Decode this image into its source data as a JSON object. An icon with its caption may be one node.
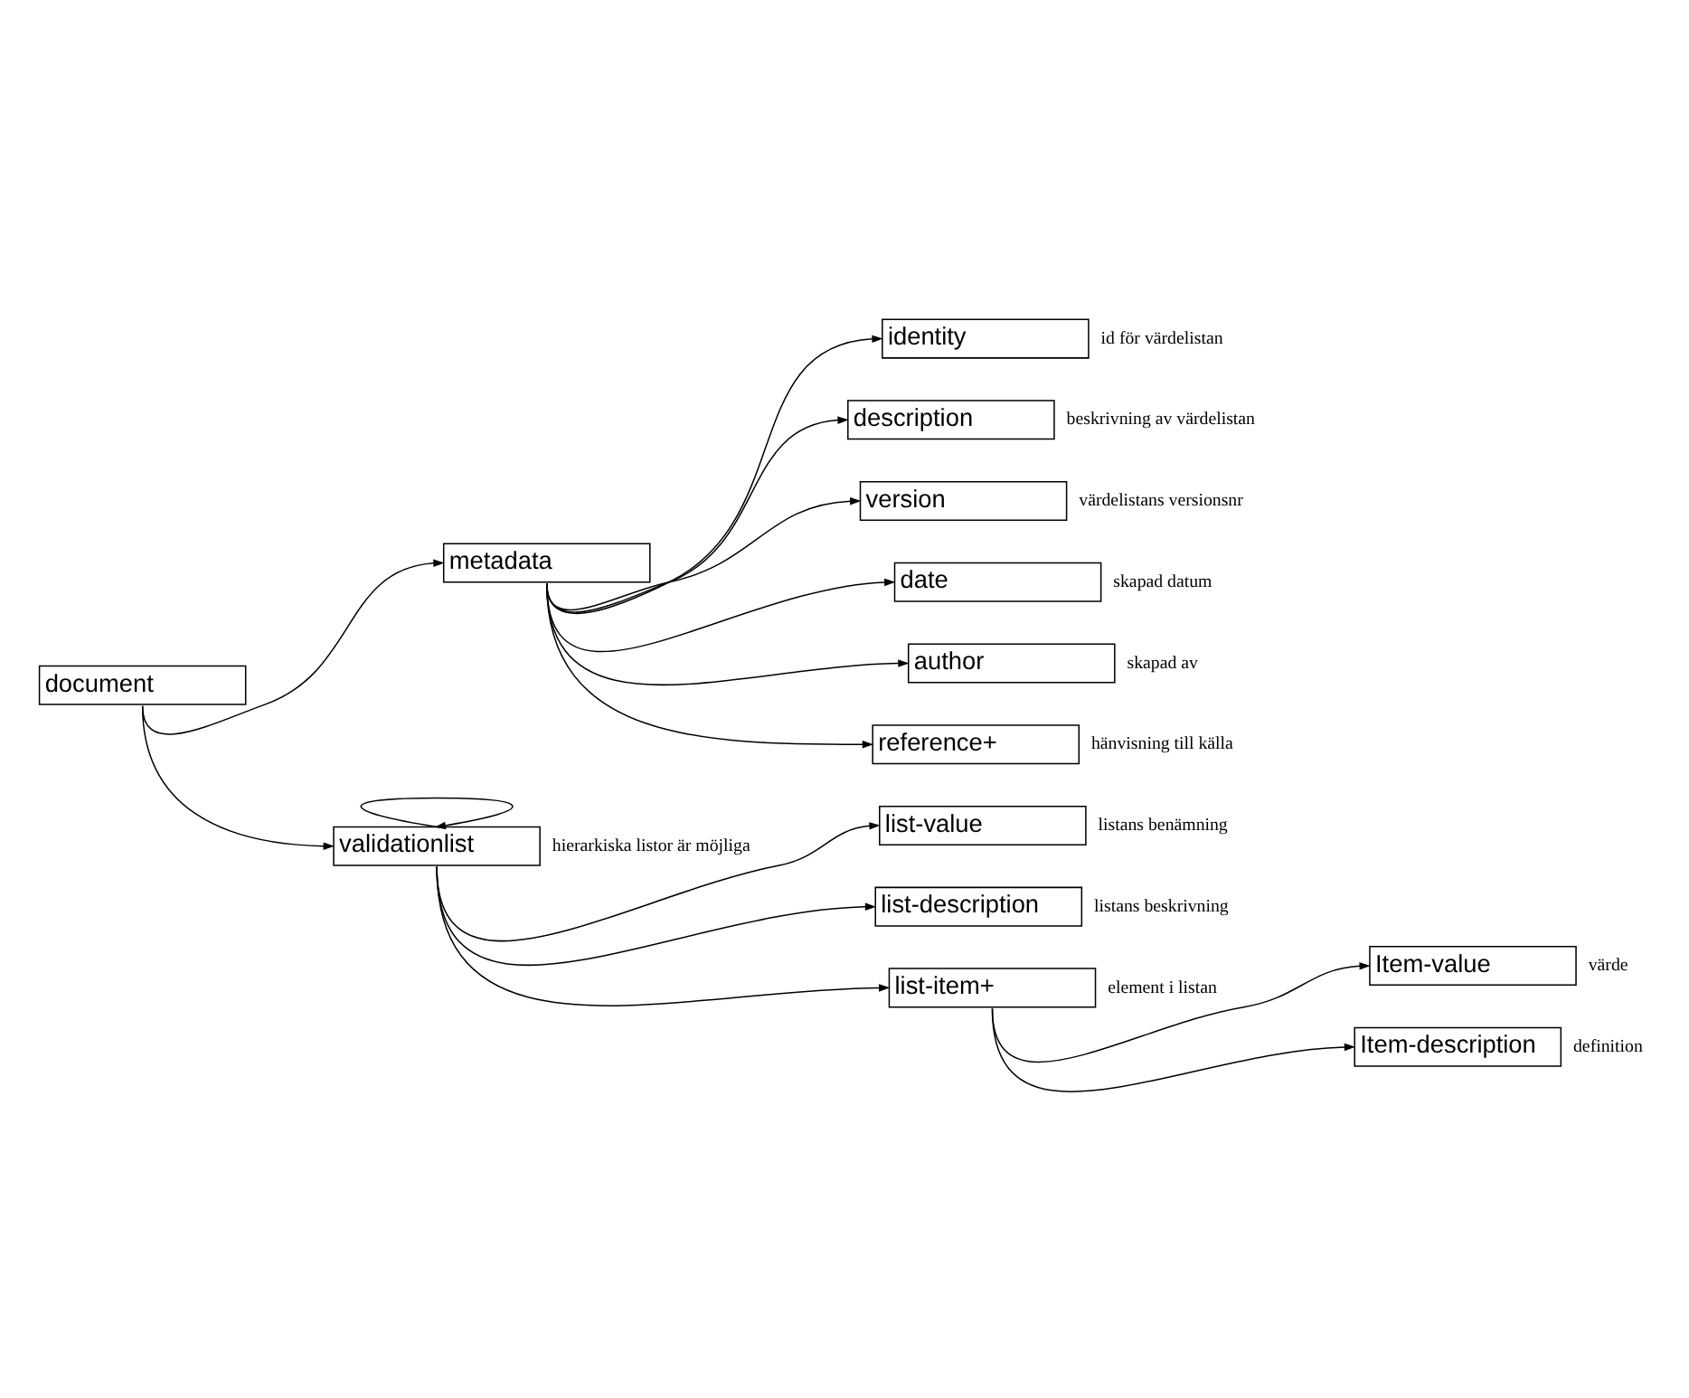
{
  "diagram": {
    "nodes": [
      {
        "text": [
          "document"
        ]
      },
      {
        "text": [
          "metadata"
        ]
      },
      {
        "text": [
          "identity"
        ],
        "beside": [
          "id för värdelistan"
        ]
      },
      {
        "text": [
          "description"
        ],
        "beside": [
          "beskrivning av värdelistan"
        ]
      },
      {
        "text": [
          "version"
        ],
        "beside": [
          "värdelistans versionsnr"
        ]
      },
      {
        "text": [
          "date"
        ],
        "beside": [
          "skapad datum"
        ]
      },
      {
        "text": [
          "author"
        ],
        "beside": [
          "skapad av"
        ]
      },
      {
        "text": [
          "reference+"
        ],
        "beside": [
          "hänvisning till källa"
        ]
      },
      {
        "text": [
          "validationlist"
        ],
        "beside": [
          "hierarkiska listor är möjliga"
        ]
      },
      {
        "text": [
          "list-value"
        ],
        "beside": [
          "listans benämning"
        ]
      },
      {
        "text": [
          "list-description"
        ],
        "beside": [
          "listans beskrivning"
        ]
      },
      {
        "text": [
          "list-item+"
        ],
        "beside": [
          "element i listan"
        ]
      },
      {
        "text": [
          "Item-value"
        ],
        "beside": [
          "värde"
        ]
      },
      {
        "text": [
          "Item-description"
        ],
        "beside": [
          "definition"
        ]
      }
    ],
    "edges": [
      {
        "from": 0,
        "to": 1,
        "arrow": "to"
      },
      {
        "from": 1,
        "to": 2,
        "arrow": "to"
      },
      {
        "from": 1,
        "to": 3,
        "arrow": "to"
      },
      {
        "from": 1,
        "to": 4,
        "arrow": "to"
      },
      {
        "from": 1,
        "to": 5,
        "arrow": "to"
      },
      {
        "from": 1,
        "to": 6,
        "arrow": "to"
      },
      {
        "from": 1,
        "to": 7,
        "arrow": "to"
      },
      {
        "from": 0,
        "to": 8,
        "arrow": "to"
      },
      {
        "from": 8,
        "to": 8,
        "arrow": "to"
      },
      {
        "from": 8,
        "to": 9,
        "arrow": "to"
      },
      {
        "from": 8,
        "to": 10,
        "arrow": "to"
      },
      {
        "from": 8,
        "to": 11,
        "arrow": "to"
      },
      {
        "from": 11,
        "to": 12,
        "arrow": "to"
      },
      {
        "from": 11,
        "to": 13,
        "arrow": "to"
      }
    ]
  }
}
